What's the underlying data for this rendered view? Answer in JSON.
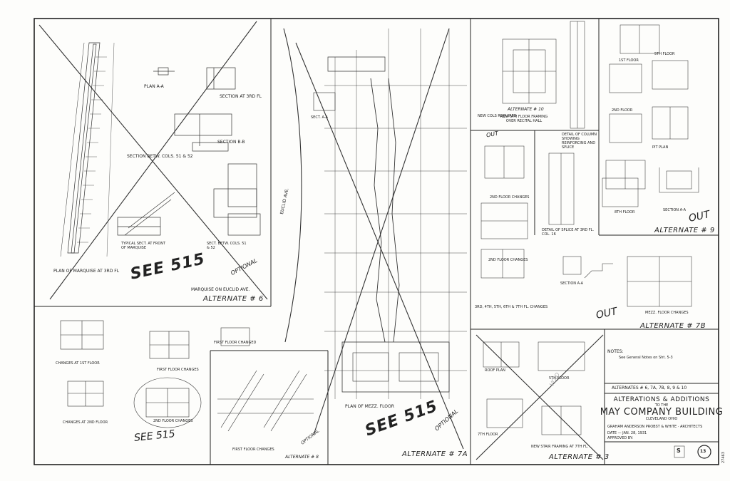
{
  "sheet": {
    "alternate_6": {
      "plan_a_a": "PLAN A-A",
      "section_3rd_fl": "SECTION AT 3RD FL",
      "section_b_b": "SECTION B-B",
      "section_betw_cols": "SECTION BETW. COLS. 51 & 52",
      "typical_sect": "TYPICAL SECT. AT FRONT OF MARQUISE",
      "sect_betw_cols": "SECT. BETW. COLS. 51 & 52",
      "plan_marquise": "PLAN OF MARQUISE AT 3RD FL",
      "see": "SEE 515",
      "optional": "OPTIONAL",
      "marquise_on": "MARQUISE ON EUCLID AVE.",
      "alternate": "ALTERNATE # 6"
    },
    "alternate_8": {
      "changes_1st": "CHANGES AT 1ST FLOOR",
      "changes_2nd": "CHANGES AT 2ND FLOOR",
      "first_floor_changes": "FIRST FLOOR CHANGES",
      "first_floor_changed": "FIRST FLOOR CHANGED",
      "second_floor_changes": "2ND FLOOR CHANGES",
      "see": "SEE 515",
      "first_floor_changes_2": "FIRST FLOOR CHANGES",
      "optional": "OPTIONAL",
      "alternate": "ALTERNATE # 8"
    },
    "alternate_7a": {
      "euclid_ave": "EUCLID AVE.",
      "sect_a_a": "SECT. A-A",
      "plan_mezz": "PLAN OF MEZZ. FLOOR",
      "see": "SEE 515",
      "optional": "OPTIONAL",
      "alternate": "ALTERNATE # 7A"
    },
    "alternate_9": {
      "new_cols_required": "NEW COLS REQUIRED",
      "out_1": "OUT",
      "alternate_10": "ALTERNATE # 10",
      "new_floor_framing": "NEW 5TH FLOOR FRAMING OVER RECITAL HALL",
      "detail_column": "DETAIL OF COLUMN SHOWING REINFORCING AND SPLICE",
      "floor_changes_2nd": "2ND FLOOR CHANGES",
      "detail_splice": "DETAIL OF SPLICE AT 3RD FL. COL. 16",
      "floor_1st": "1ST FLOOR",
      "floor_5th": "5TH FLOOR",
      "floor_2nd": "2ND FLOOR",
      "pit_plan": "PIT PLAN",
      "floor_8th": "8TH FLOOR",
      "section_a_a": "SECTION A-A",
      "out_2": "OUT",
      "alternate": "ALTERNATE # 9"
    },
    "alternate_7b": {
      "floor_changes_2nd": "2ND FLOOR CHANGES",
      "section_a_a": "SECTION A-A",
      "note": "3RD, 4TH, 5TH, 6TH & 7TH FL. CHANGES",
      "out": "OUT",
      "mezz_floor_changes": "MEZZ. FLOOR CHANGES",
      "alternate": "ALTERNATE # 7B"
    },
    "alternate_3": {
      "roof_plan": "ROOF PLAN",
      "floor_5th": "5TH FLOOR",
      "floor_7th": "7TH FLOOR",
      "new_stair": "NEW STAIR FRAMING AT 7TH FL.",
      "void": "VOID",
      "alternate": "ALTERNATE # 3"
    },
    "title_block": {
      "notes": "NOTES:",
      "general_notes": "See General Notes on Sht. 5-3",
      "alternates_list": "ALTERNATES # 6, 7A, 7B, 8, 9 & 10",
      "alterations": "ALTERATIONS & ADDITIONS",
      "to_the": "TO THE",
      "may_company": "MAY COMPANY BUILDING",
      "cleveland": "CLEVELAND OHIO",
      "architects": "GRAHAM ANDERSON PROBST & WHITE · ARCHITECTS",
      "date": "DATE — JAN. 28, 1931",
      "approved": "APPROVED BY:",
      "sheet_prefix": "S",
      "sheet_number": "13",
      "side_number": "27463"
    }
  }
}
